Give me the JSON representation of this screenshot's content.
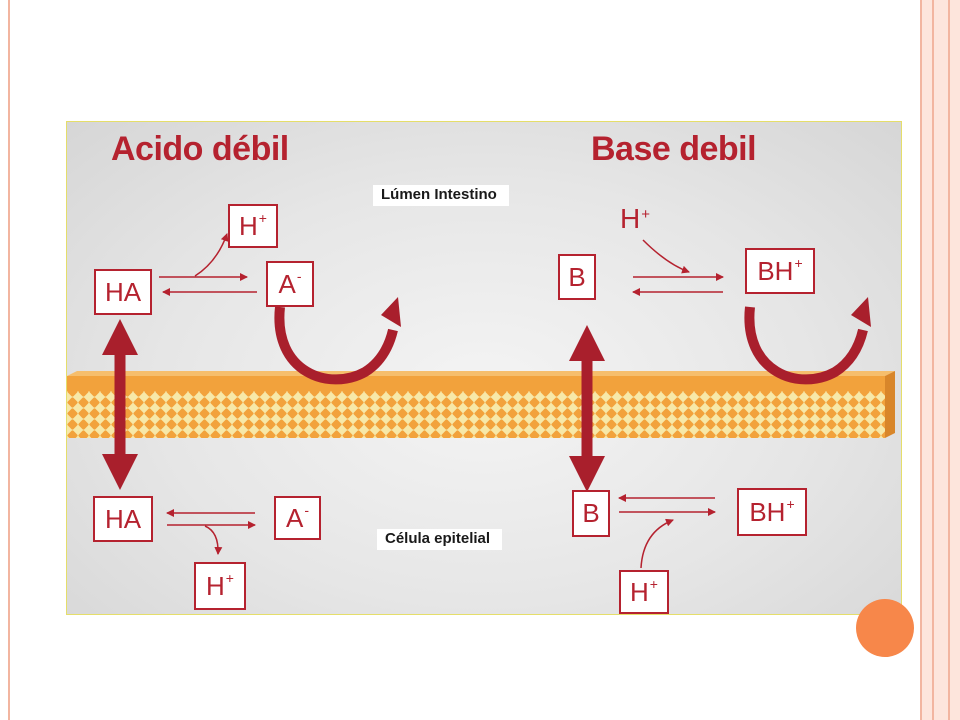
{
  "colors": {
    "accent_red": "#b5222f",
    "membrane_orange": "#f2a23c",
    "frame_salmon": "#f2b5a0",
    "dot_orange": "#f7874a",
    "figure_border": "#e5de6a"
  },
  "titles": {
    "acid": "Acido débil",
    "base": "Base debil"
  },
  "labels": {
    "lumen": "Lúmen Intestino",
    "cell": "Célula epitelial"
  },
  "acid": {
    "lumen": {
      "ha": "HA",
      "a_base": "A",
      "a_sup": "-",
      "h_base": "H",
      "h_sup": "+"
    },
    "cell": {
      "ha": "HA",
      "a_base": "A",
      "a_sup": "-",
      "h_base": "H",
      "h_sup": "+"
    }
  },
  "base": {
    "lumen": {
      "b": "B",
      "bh_base": "BH",
      "bh_sup": "+",
      "h_base": "H",
      "h_sup": "+"
    },
    "cell": {
      "b": "B",
      "bh_base": "BH",
      "bh_sup": "+",
      "h_base": "H",
      "h_sup": "+"
    }
  }
}
